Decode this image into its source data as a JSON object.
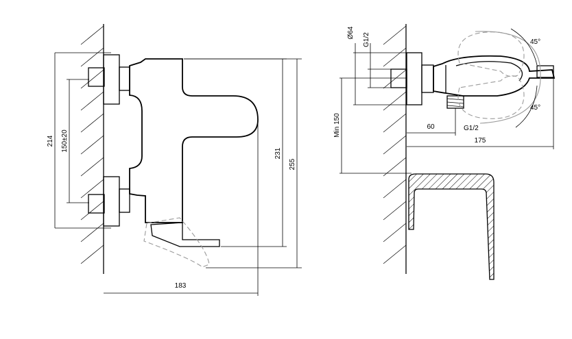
{
  "labels": {
    "width_183": "183",
    "height_214": "214",
    "spacing_150": "150±20",
    "height_231": "231",
    "height_255": "255",
    "dia_64": "Ø64",
    "thread_top": "G1/2",
    "thread_bottom": "G1/2",
    "offset_60": "60",
    "depth_175": "175",
    "min_150": "Min 150",
    "angle_top": "45°",
    "angle_bottom": "45°"
  }
}
